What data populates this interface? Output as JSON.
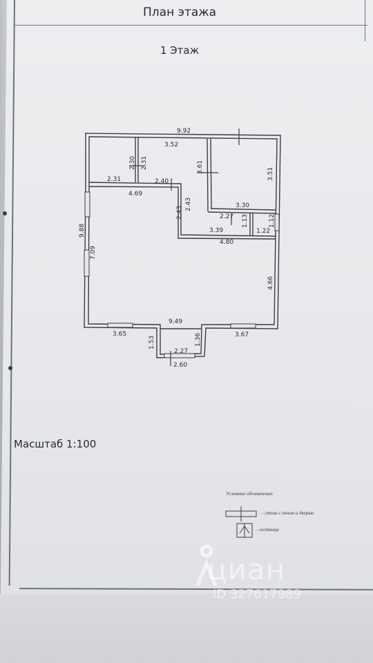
{
  "document": {
    "title": "План этажа",
    "floor_label": "1 Этаж",
    "scale_label": "Масштаб 1:100"
  },
  "dimensions": {
    "total_width": "9.92",
    "top_room_width": "3.52",
    "corridor_height_a": "2.30",
    "corridor_height_b": "2.31",
    "room_right_height": "3.61",
    "room_right_height_b": "3.51",
    "left_room_width": "2.31",
    "passage_width": "2.40",
    "living_width": "4.69",
    "room_right_width": "3.30",
    "hall_width": "2.27",
    "hall_height_a": "2.43",
    "hall_height_b": "2.43",
    "total_height": "9.88",
    "living_height": "7.09",
    "bath_width": "3.39",
    "bath_height": "1.13",
    "small_room_width": "1.22",
    "small_room_height": "1.12",
    "kitchen_width": "4.80",
    "kitchen_height": "4.66",
    "bottom_width": "9.49",
    "window_left": "3.65",
    "window_right": "3.67",
    "porch_height_left": "1.53",
    "porch_height_right": "1.36",
    "porch_inner": "2.27",
    "porch_outer": "2.60"
  },
  "legend": {
    "title": "Условные обозначения:",
    "wall_item": "– стена с окном и дверью",
    "stairs_item": "– лестница"
  },
  "watermark": {
    "brand": "циан",
    "id": "ID 327617989"
  }
}
